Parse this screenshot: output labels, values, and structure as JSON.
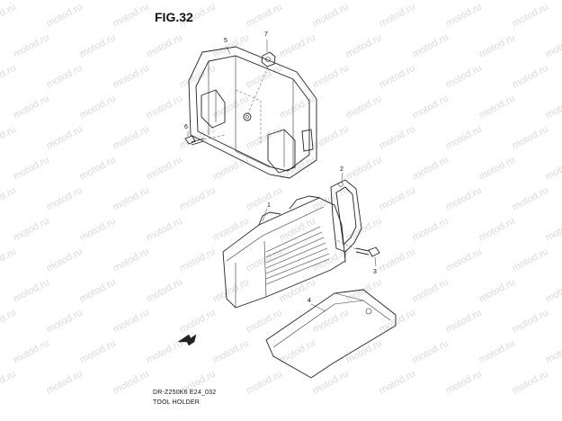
{
  "figure": {
    "title": "FIG.32",
    "model_code": "DR-Z250K6 E24_032",
    "name": "TOOL HOLDER",
    "watermark": "motod.ru"
  },
  "parts": [
    {
      "ref": "1"
    },
    {
      "ref": "2"
    },
    {
      "ref": "3"
    },
    {
      "ref": "4"
    },
    {
      "ref": "5"
    },
    {
      "ref": "6"
    },
    {
      "ref": "7"
    }
  ]
}
